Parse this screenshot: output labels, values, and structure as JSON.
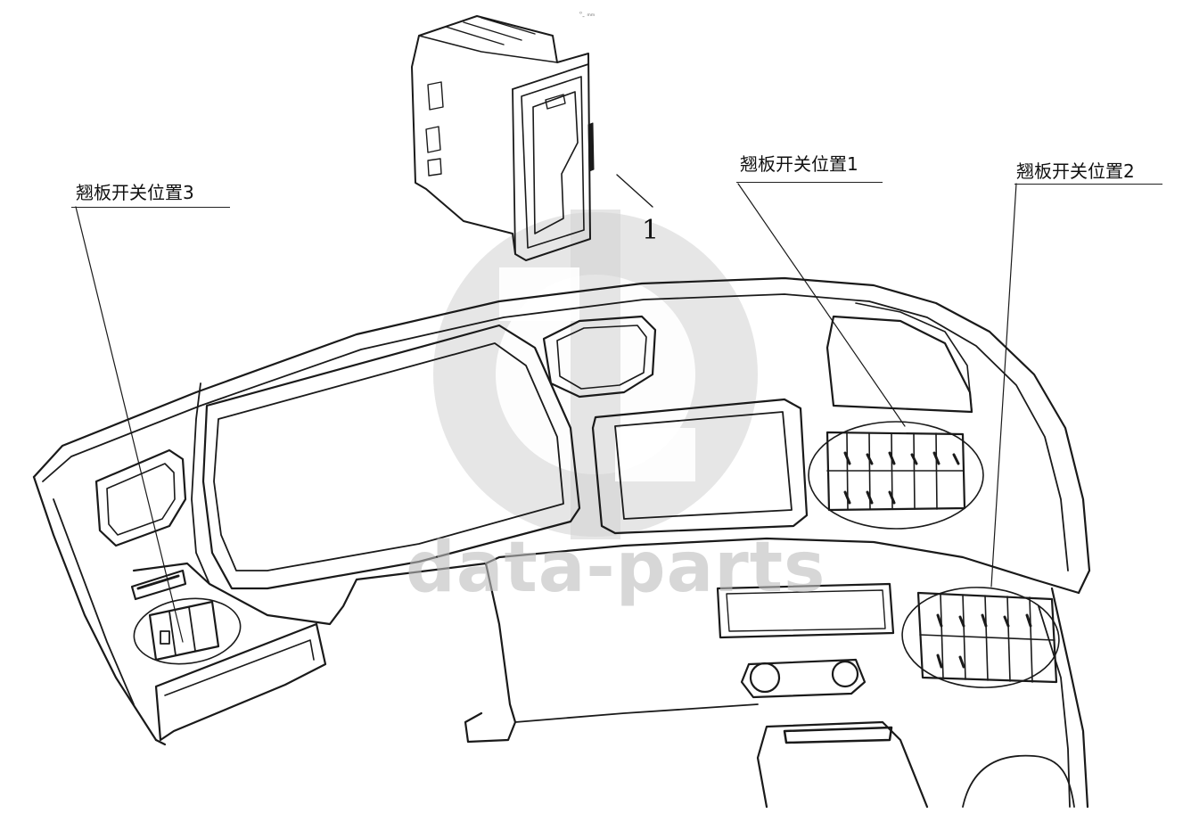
{
  "callouts": {
    "position1": "翘板开关位置1",
    "position2": "翘板开关位置2",
    "position3": "翘板开关位置3"
  },
  "part_number": "1",
  "watermark": {
    "text": "data-parts",
    "logo": "data-parts-logo"
  },
  "stray_mark": "⁰ˍ ₘₘ",
  "colors": {
    "line": "#1a1a1a",
    "watermark": "#c8c8c8",
    "background": "#ffffff"
  }
}
